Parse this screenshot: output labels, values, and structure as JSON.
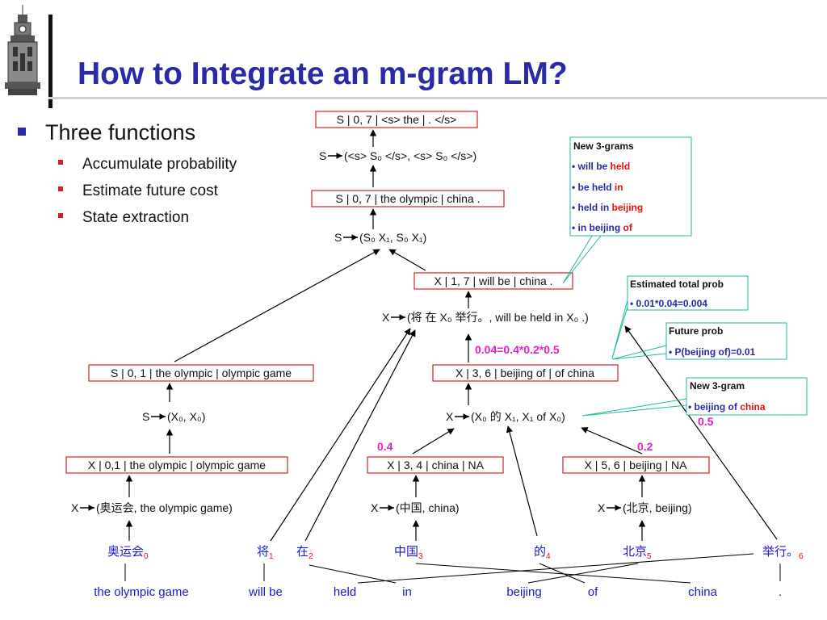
{
  "title": "How to Integrate an m-gram LM?",
  "bullets": {
    "main": "Three functions",
    "sub": [
      "Accumulate probability",
      "Estimate future cost",
      "State extraction"
    ]
  },
  "colors": {
    "title": "#2a2aa8",
    "node_border": "#d42020",
    "note_border": "#20b8a0",
    "word_blue": "#1a1acc",
    "prob_magenta": "#e020c8",
    "red": "#e01010",
    "dark_blue_text": "#2a2aa8"
  },
  "nodes": {
    "top": "S | 0, 7 | <s> the | . </s>",
    "top_rule_prefix": "S",
    "top_rule_body": "(<s> S₀ </s>, <s> S₀ </s>)",
    "root": "S | 0, 7 | the olympic | china .",
    "root_rule_prefix": "S",
    "root_rule_body": "(S₀ X₁, S₀ X₁)",
    "x17": "X | 1, 7 | will be | china .",
    "x17_rule_prefix": "X",
    "x17_rule_body": "(将 在 X₀ 举行。, will be held in X₀ .)",
    "prob_label": "0.04=0.4*0.2*0.5",
    "s01": "S | 0, 1 | the olympic | olympic game",
    "s01_rule_prefix": "S",
    "s01_rule_body": "(X₀, X₀)",
    "x36": "X | 3, 6 | beijing of | of china",
    "x36_rule_prefix": "X",
    "x36_rule_body": "(X₀ 的 X₁, X₁ of X₀)",
    "x01": "X | 0,1 | the olympic | olympic game",
    "x01_rule_prefix": "X",
    "x01_rule_body": "(奥运会, the olympic game)",
    "x34": "X | 3, 4 | china | NA",
    "x34_rule_prefix": "X",
    "x34_rule_body": "(中国, china)",
    "x56": "X | 5, 6 | beijing | NA",
    "x56_rule_prefix": "X",
    "x56_rule_body": "(北京, beijing)",
    "p_x34": "0.4",
    "p_x56": "0.2",
    "p_china": "0.5"
  },
  "source_words": [
    {
      "word": "奥运会",
      "idx": "0"
    },
    {
      "word": "将",
      "idx": "1"
    },
    {
      "word": "在",
      "idx": "2"
    },
    {
      "word": "中国",
      "idx": "3"
    },
    {
      "word": "的",
      "idx": "4"
    },
    {
      "word": "北京",
      "idx": "5"
    },
    {
      "word": "举行。",
      "idx": "6"
    }
  ],
  "target_words": [
    "the olympic game",
    "will be",
    "held",
    "in",
    "beijing",
    "of",
    "china",
    "."
  ],
  "notes": {
    "ngrams": {
      "title": "New 3-grams",
      "items": [
        {
          "pre": "• will be ",
          "last": "held"
        },
        {
          "pre": "• be held ",
          "last": "in"
        },
        {
          "pre": "• held in ",
          "last": "beijing"
        },
        {
          "pre": "• in beijing ",
          "last": "of"
        }
      ]
    },
    "total": {
      "title": "Estimated total prob",
      "item": "• 0.01*0.04=0.004"
    },
    "future": {
      "title": "Future prob",
      "item": "• P(beijing of)=0.01"
    },
    "ngram2": {
      "title": "New 3-gram",
      "pre": "• beijing of ",
      "last": "china"
    }
  }
}
